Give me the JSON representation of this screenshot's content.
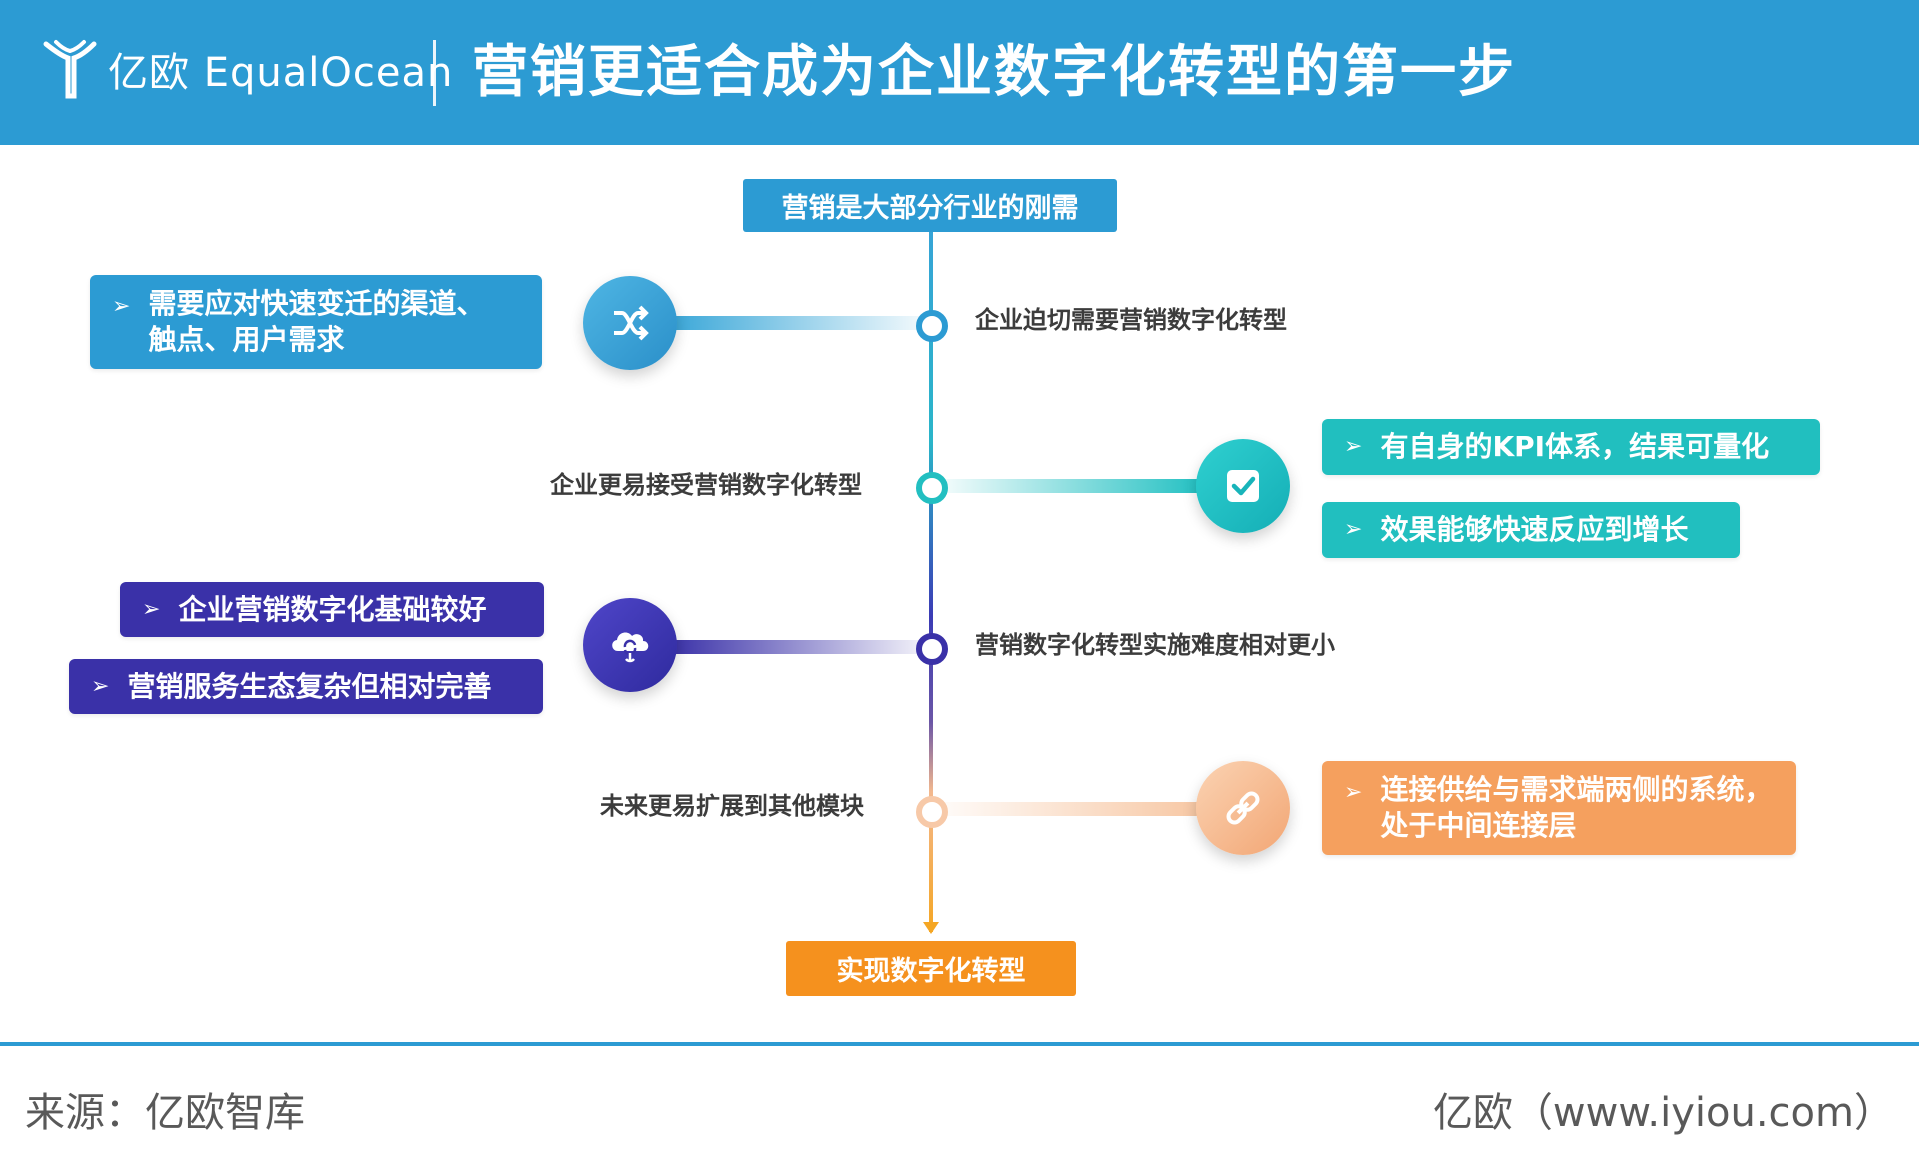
{
  "header": {
    "logo_text": "亿欧 EqualOcean",
    "title": "营销更适合成为企业数字化转型的第一步"
  },
  "diagram": {
    "top_box": "营销是大部分行业的刚需",
    "bottom_box": "实现数字化转型",
    "nodes": [
      {
        "label": "企业迫切需要营销数字化转型",
        "icon": "shuffle-icon",
        "color": "#2c9bd3",
        "points": [
          "需要应对快速变迁的渠道、触点、用户需求"
        ]
      },
      {
        "label": "企业更易接受营销数字化转型",
        "icon": "checkbox-icon",
        "color": "#21bfbf",
        "points": [
          "有自身的KPI体系，结果可量化",
          "效果能够快速反应到增长"
        ]
      },
      {
        "label": "营销数字化转型实施难度相对更小",
        "icon": "cloud-sync-icon",
        "color": "#3a31a8",
        "points": [
          "企业营销数字化基础较好",
          "营销服务生态复杂但相对完善"
        ]
      },
      {
        "label": "未来更易扩展到其他模块",
        "icon": "link-icon",
        "color": "#f5a05e",
        "points": [
          "连接供给与需求端两侧的系统，处于中间连接层"
        ]
      }
    ]
  },
  "footer": {
    "source": "来源：亿欧智库",
    "site": "亿欧（www.iyiou.com）"
  },
  "colors": {
    "primary": "#2c9bd3",
    "teal": "#21bfbf",
    "indigo": "#3a31a8",
    "peach": "#f5a05e",
    "orange": "#f5911e"
  }
}
